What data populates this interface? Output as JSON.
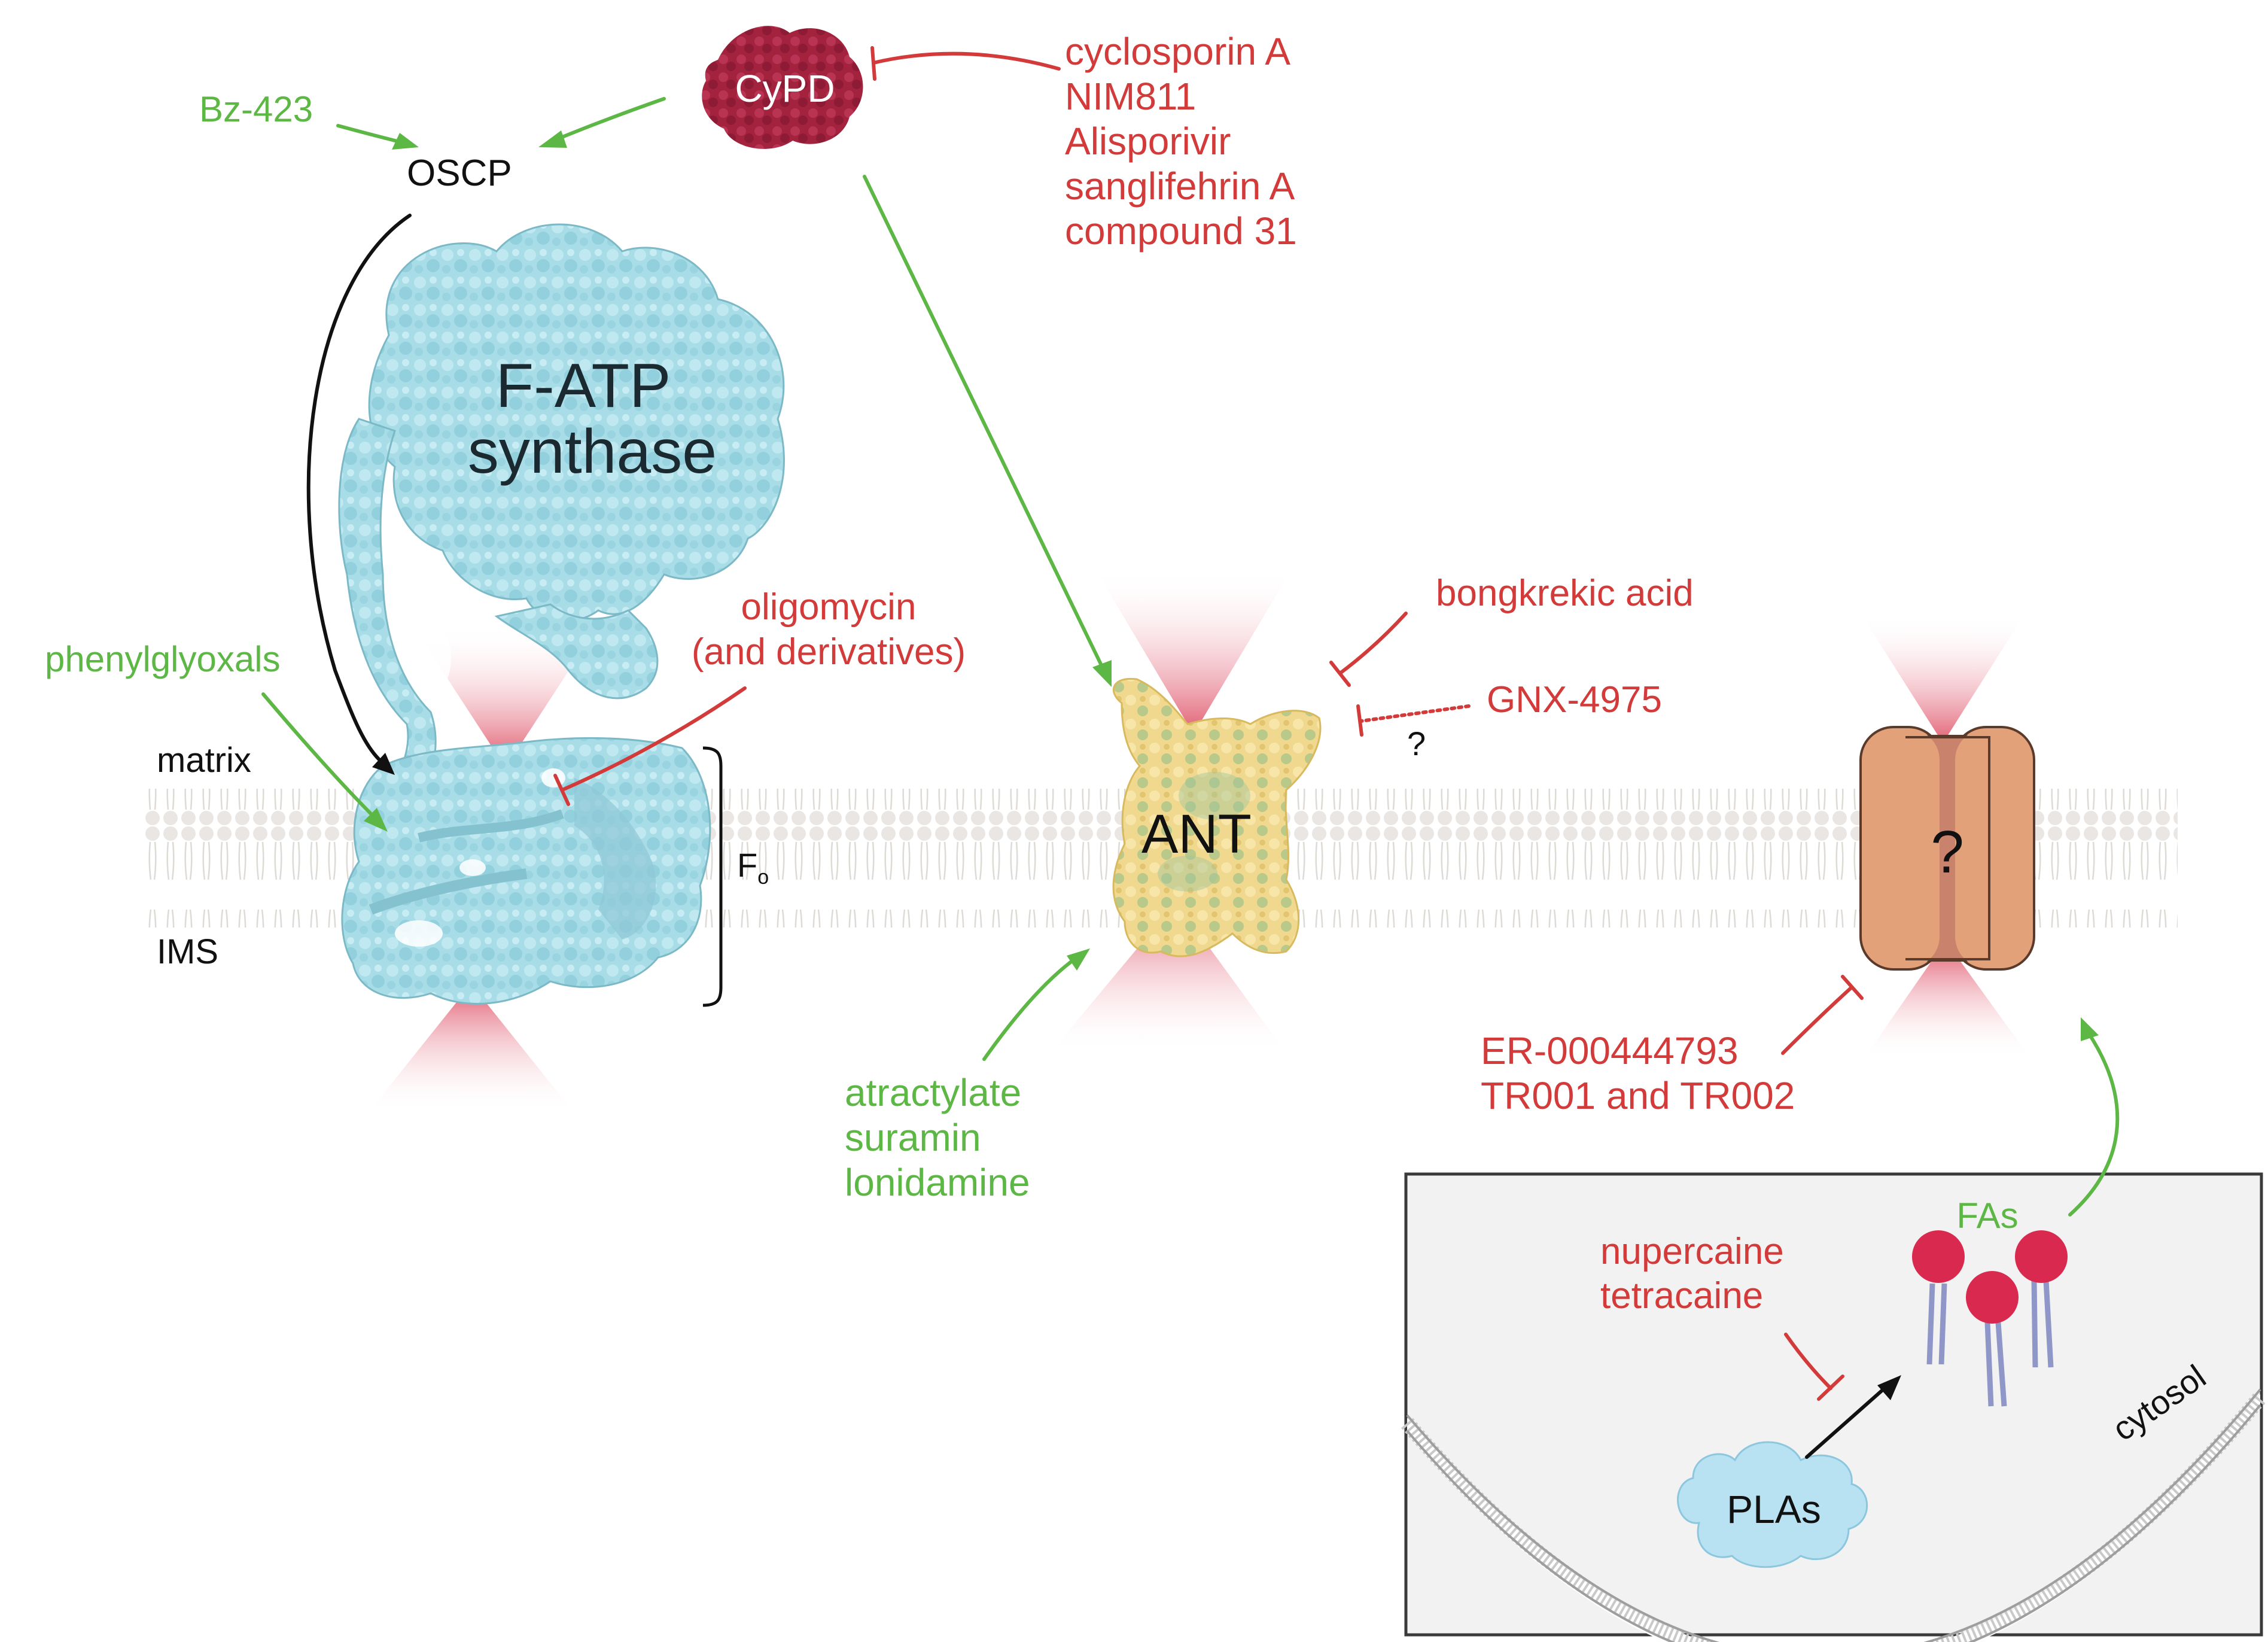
{
  "colors": {
    "activator": "#5db745",
    "inhibitor": "#d33a3a",
    "neutral": "#111111",
    "protein_blue": "#a8dde8",
    "ant_yellow": "#f3d98a",
    "cypd": "#a3233f",
    "channel": "#e3a179",
    "channel_core": "#c9826c",
    "pla": "#b8e2f2",
    "fa_head": "#d9294f",
    "fa_tail": "#8f97c9",
    "membrane": "#e9e6e3"
  },
  "icons": [
    "cypd-blob-icon",
    "f-atp-synthase-icon",
    "ant-protein-icon",
    "unknown-channel-icon",
    "pla-cloud-icon",
    "fatty-acid-icon"
  ],
  "labels": {
    "bz423": "Bz-423",
    "oscp": "OSCP",
    "cypd": "CyPD",
    "fatp_line1": "F-ATP",
    "fatp_line2": "synthase",
    "phenylglyoxals": "phenylglyoxals",
    "oligomycin": "oligomycin",
    "oligomycin_sub": "(and derivatives)",
    "matrix": "matrix",
    "ims": "IMS",
    "fo": "F",
    "fo_sub": "o",
    "ant": "ANT",
    "bongkrekic": "bongkrekic acid",
    "gnx": "GNX-4975",
    "gnx_q": "?",
    "channel_q": "?",
    "cyp_inhibitors": [
      "cyclosporin A",
      "NIM811",
      "Alisporivir",
      "sanglifehrin A",
      "compound 31"
    ],
    "ant_activators": [
      "atractylate",
      "suramin",
      "lonidamine"
    ],
    "channel_inhibitors": [
      "ER-000444793",
      "TR001 and TR002"
    ],
    "fas": "FAs",
    "pla_inhibitors": [
      "nupercaine",
      "tetracaine"
    ],
    "plas": "PLAs",
    "cytosol": "cytosol"
  }
}
